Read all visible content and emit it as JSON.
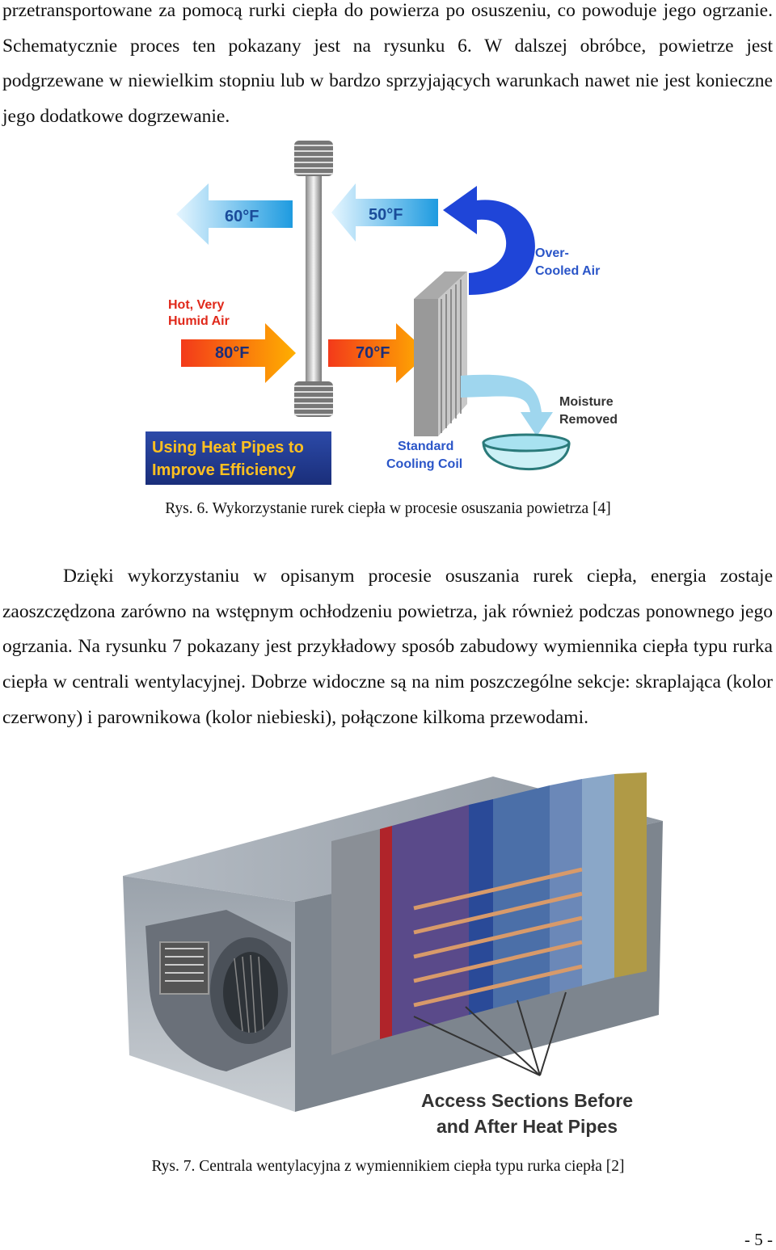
{
  "paragraph_1": "przetransportowane za pomocą rurki ciepła do powierza po osuszeniu, co powoduje jego ogrzanie. Schematycznie proces ten pokazany jest na rysunku 6. W dalszej obróbce, powietrze jest podgrzewane w niewielkim stopniu lub w bardzo sprzyjających warunkach nawet nie jest konieczne jego dodatkowe dogrzewanie.",
  "figure_6": {
    "temp_60": "60°F",
    "temp_50": "50°F",
    "temp_80": "80°F",
    "temp_70": "70°F",
    "over_cooled_line1": "Over-",
    "over_cooled_line2": "Cooled Air",
    "hot_humid_line1": "Hot, Very",
    "hot_humid_line2": "Humid Air",
    "moisture_line1": "Moisture",
    "moisture_line2": "Removed",
    "coil_line1": "Standard",
    "coil_line2": "Cooling Coil",
    "banner_line1": "Using Heat Pipes to",
    "banner_line2": "Improve Efficiency",
    "caption": "Rys. 6. Wykorzystanie rurek ciepła w procesie osuszania powietrza [4]"
  },
  "paragraph_2": "Dzięki wykorzystaniu w opisanym procesie osuszania rurek ciepła, energia zostaje zaoszczędzona zarówno na wstępnym ochłodzeniu powietrza, jak również podczas ponownego jego ogrzania. Na rysunku 7 pokazany jest przykładowy sposób zabudowy wymiennika ciepła typu rurka ciepła w centrali wentylacyjnej. Dobrze widoczne są na nim poszczególne sekcje: skraplająca (kolor czerwony) i parownikowa (kolor niebieski), połączone kilkoma przewodami.",
  "figure_7": {
    "label_line1": "Access Sections Before",
    "label_line2": "and After Heat Pipes",
    "caption": "Rys. 7. Centrala wentylacyjna z wymiennikiem ciepła typu rurka ciepła [2]"
  },
  "page_number": "- 5 -"
}
